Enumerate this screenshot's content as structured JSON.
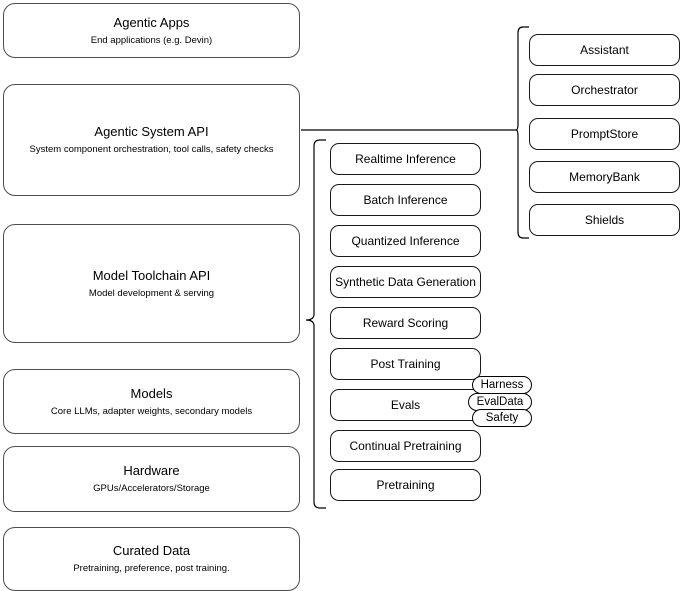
{
  "diagram": {
    "title": "AI Stack Architecture Diagram",
    "stroke_color": "#000000",
    "box_border_color": "#4d4d4d",
    "background": "#ffffff"
  },
  "layers": [
    {
      "title": "Agentic Apps",
      "subtitle": "End applications (e.g. Devin)"
    },
    {
      "title": "Agentic System API",
      "subtitle": "System component orchestration, tool calls, safety checks"
    },
    {
      "title": "Model Toolchain API",
      "subtitle": "Model development & serving"
    },
    {
      "title": "Models",
      "subtitle": "Core LLMs, adapter weights, secondary models"
    },
    {
      "title": "Hardware",
      "subtitle": "GPUs/Accelerators/Storage"
    },
    {
      "title": "Curated Data",
      "subtitle": "Pretraining, preference, post training."
    }
  ],
  "toolchain_components": [
    {
      "label": "Realtime Inference"
    },
    {
      "label": "Batch Inference"
    },
    {
      "label": "Quantized Inference"
    },
    {
      "label": "Synthetic Data Generation"
    },
    {
      "label": "Reward Scoring"
    },
    {
      "label": "Post Training"
    },
    {
      "label": "Evals"
    },
    {
      "label": "Continual Pretraining"
    },
    {
      "label": "Pretraining"
    }
  ],
  "evals_pills": [
    {
      "label": "Harness"
    },
    {
      "label": "EvalData"
    },
    {
      "label": "Safety"
    }
  ],
  "agentic_components": [
    {
      "label": "Assistant"
    },
    {
      "label": "Orchestrator"
    },
    {
      "label": "PromptStore"
    },
    {
      "label": "MemoryBank"
    },
    {
      "label": "Shields"
    }
  ]
}
